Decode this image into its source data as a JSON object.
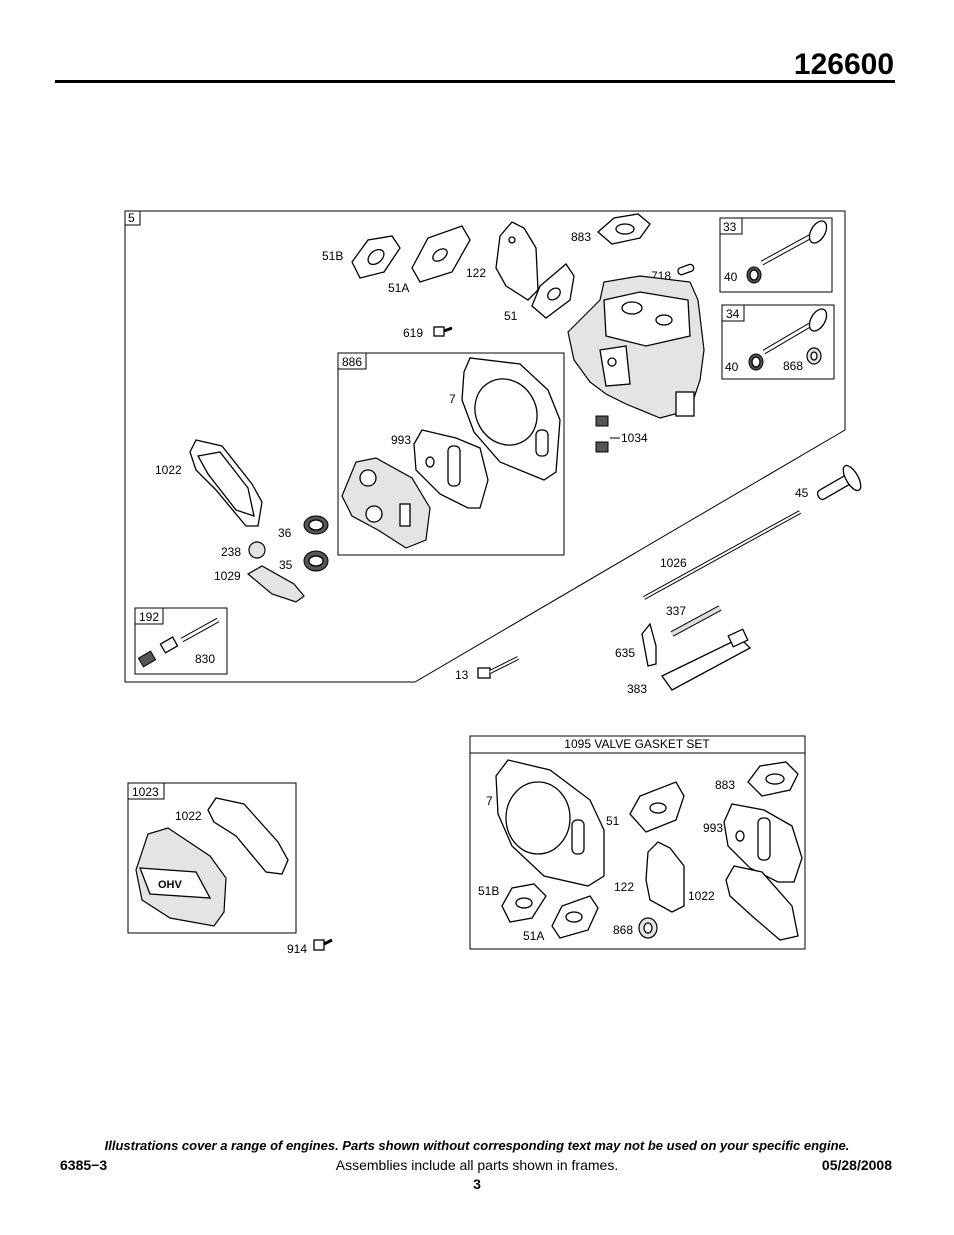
{
  "header": {
    "model_number": "126600"
  },
  "diagram": {
    "frames": {
      "main": "5",
      "valve33": "33",
      "valve34": "34",
      "gasket886": "886",
      "breather192": "192",
      "cover1023": "1023",
      "gasket_set": "1095 VALVE GASKET SET"
    },
    "labels": {
      "p51B": "51B",
      "p51A": "51A",
      "p122": "122",
      "p883": "883",
      "p718": "718",
      "p51": "51",
      "p619": "619",
      "p40a": "40",
      "p40b": "40",
      "p868": "868",
      "p7": "7",
      "p993": "993",
      "p1034": "1034",
      "p1022": "1022",
      "p45": "45",
      "p36": "36",
      "p238": "238",
      "p35": "35",
      "p1029": "1029",
      "p1026": "1026",
      "p337": "337",
      "p635": "635",
      "p383": "383",
      "p13": "13",
      "p830": "830",
      "c1022": "1022",
      "p914": "914",
      "s7": "7",
      "s883": "883",
      "s51": "51",
      "s993": "993",
      "s51B": "51B",
      "s122": "122",
      "s1022": "1022",
      "s51A": "51A",
      "s868": "868"
    },
    "cover_logo": "OHV"
  },
  "footer": {
    "note": "Illustrations cover a range of engines. Parts shown without corresponding text may not be used on your specific engine.",
    "doc_number": "6385−3",
    "assemblies_note": "Assemblies include all parts shown in frames.",
    "date": "05/28/2008",
    "page_number": "3"
  }
}
